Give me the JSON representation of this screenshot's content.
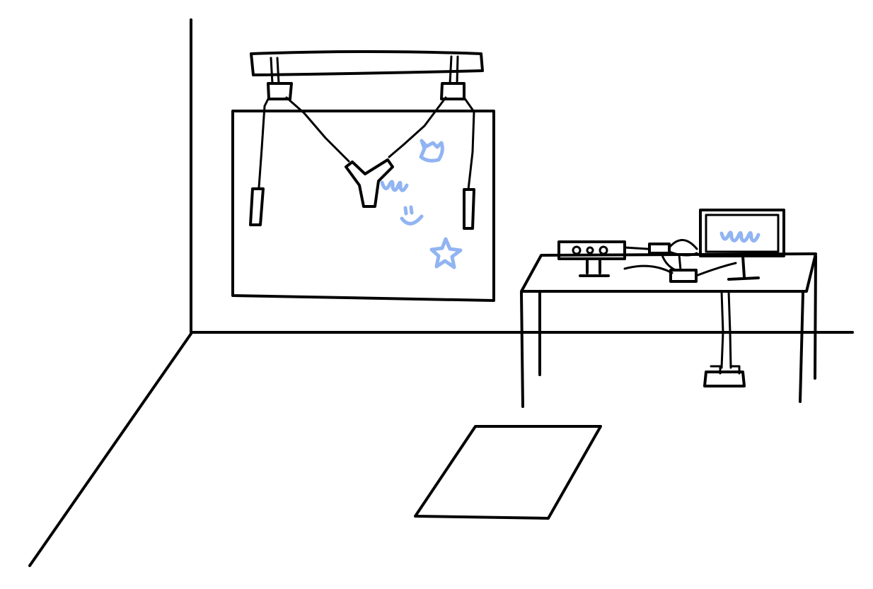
{
  "colors": {
    "ink": "#000000",
    "marker": "#7ea7f0",
    "background": "#ffffff"
  },
  "icons": {
    "drawing_cat_face": "cat-face-doodle",
    "drawing_wave_left": "wave-doodle",
    "drawing_smile": "smiley-doodle",
    "drawing_star": "star-doodle",
    "monitor_wave": "wave-doodle"
  }
}
